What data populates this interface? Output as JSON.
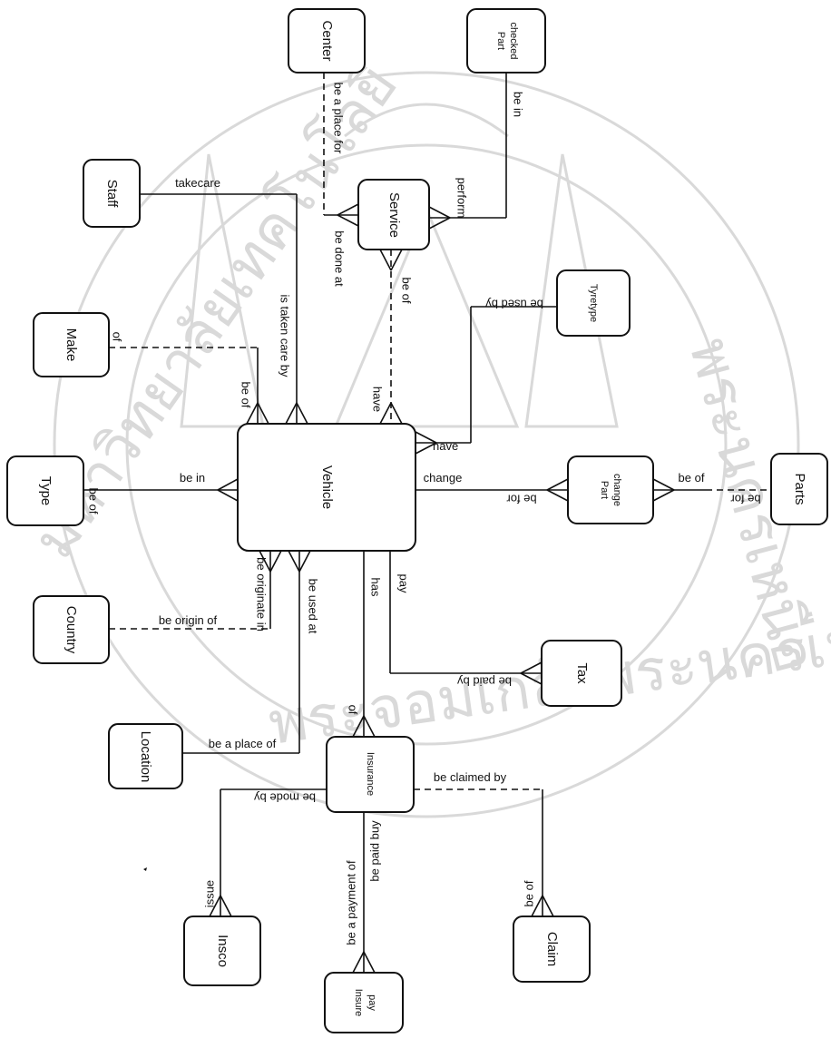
{
  "entities": {
    "center": "Center",
    "part_checked": [
      "Part",
      "checked"
    ],
    "staff": "Staff",
    "service": "Service",
    "tyretype": "Tyretype",
    "make": "Make",
    "type": "Type",
    "vehicle": "Vehicle",
    "part_change": [
      "Part",
      "change"
    ],
    "parts": "Parts",
    "country": "Country",
    "tax": "Tax",
    "location": "Location",
    "insurance": "Insurance",
    "insco": "Insco",
    "insure_pay": [
      "Insure",
      "pay"
    ],
    "claim": "Claim"
  },
  "relationships": {
    "be_a_place_for": "be a place for",
    "be_done_at": "be done at",
    "be_in_part": "be in",
    "perform": "perform",
    "takecare": "takecare",
    "is_taken_care_by": "is taken care by",
    "be_of_service": "be of",
    "have_service": "have",
    "be_used_by": "be used by",
    "have_tyre": "have",
    "of_make": "of",
    "be_of_make": "be of",
    "be_in_type": "be in",
    "be_of_type": "be of",
    "change": "change",
    "be_for_pc": "be for",
    "be_of_pc": "be of",
    "be_for_parts": "be for",
    "be_originate_in": "be originate in",
    "be_origin_of": "be origin of",
    "be_used_at": "be used at",
    "has": "has",
    "pay": "pay",
    "be_paid_by": "be paid by",
    "of_ins": "of",
    "be_a_place_of": "be a place of",
    "be_made_by": "be mode by",
    "be_claimed_by": "be claimed by",
    "issue": "issue",
    "be_a_payment_of": "be a payment of",
    "be_paid_buy": "be paid buy",
    "be_of_claim": "be of"
  },
  "watermark": {
    "text_left": "มหาวิทยาลัยเทคโนโลยี",
    "text_bottom": "พระจอมเกล้าพระนครเหนือ",
    "text_right": "พระนครเหนือ"
  },
  "colors": {
    "line": "#111111",
    "watermark": "#d9d9d9"
  }
}
